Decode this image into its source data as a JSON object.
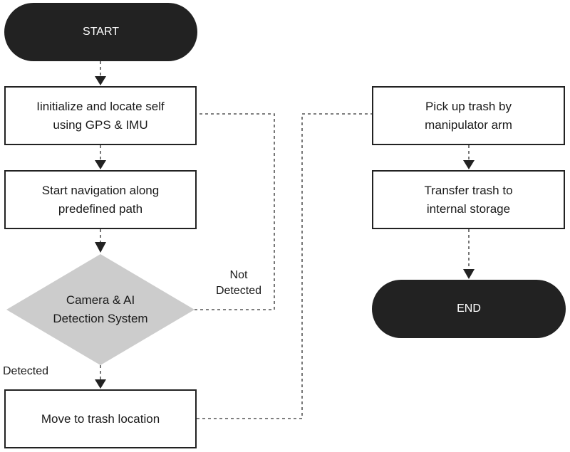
{
  "nodes": {
    "start": "START",
    "init_line1": "Iinitialize and locate self",
    "init_line2": "using GPS & IMU",
    "nav_line1": "Start navigation along",
    "nav_line2": "predefined path",
    "detect_line1": "Camera & AI",
    "detect_line2": "Detection System",
    "move": "Move to trash location",
    "pickup_line1": "Pick up trash by",
    "pickup_line2": "manipulator arm",
    "transfer_line1": "Transfer trash to",
    "transfer_line2": "internal storage",
    "end": "END"
  },
  "edge_labels": {
    "not_detected_line1": "Not",
    "not_detected_line2": "Detected",
    "detected": "Detected"
  },
  "colors": {
    "terminal_fill": "#222222",
    "decision_fill": "#cccccc",
    "stroke": "#222222",
    "connector": "#555555"
  }
}
